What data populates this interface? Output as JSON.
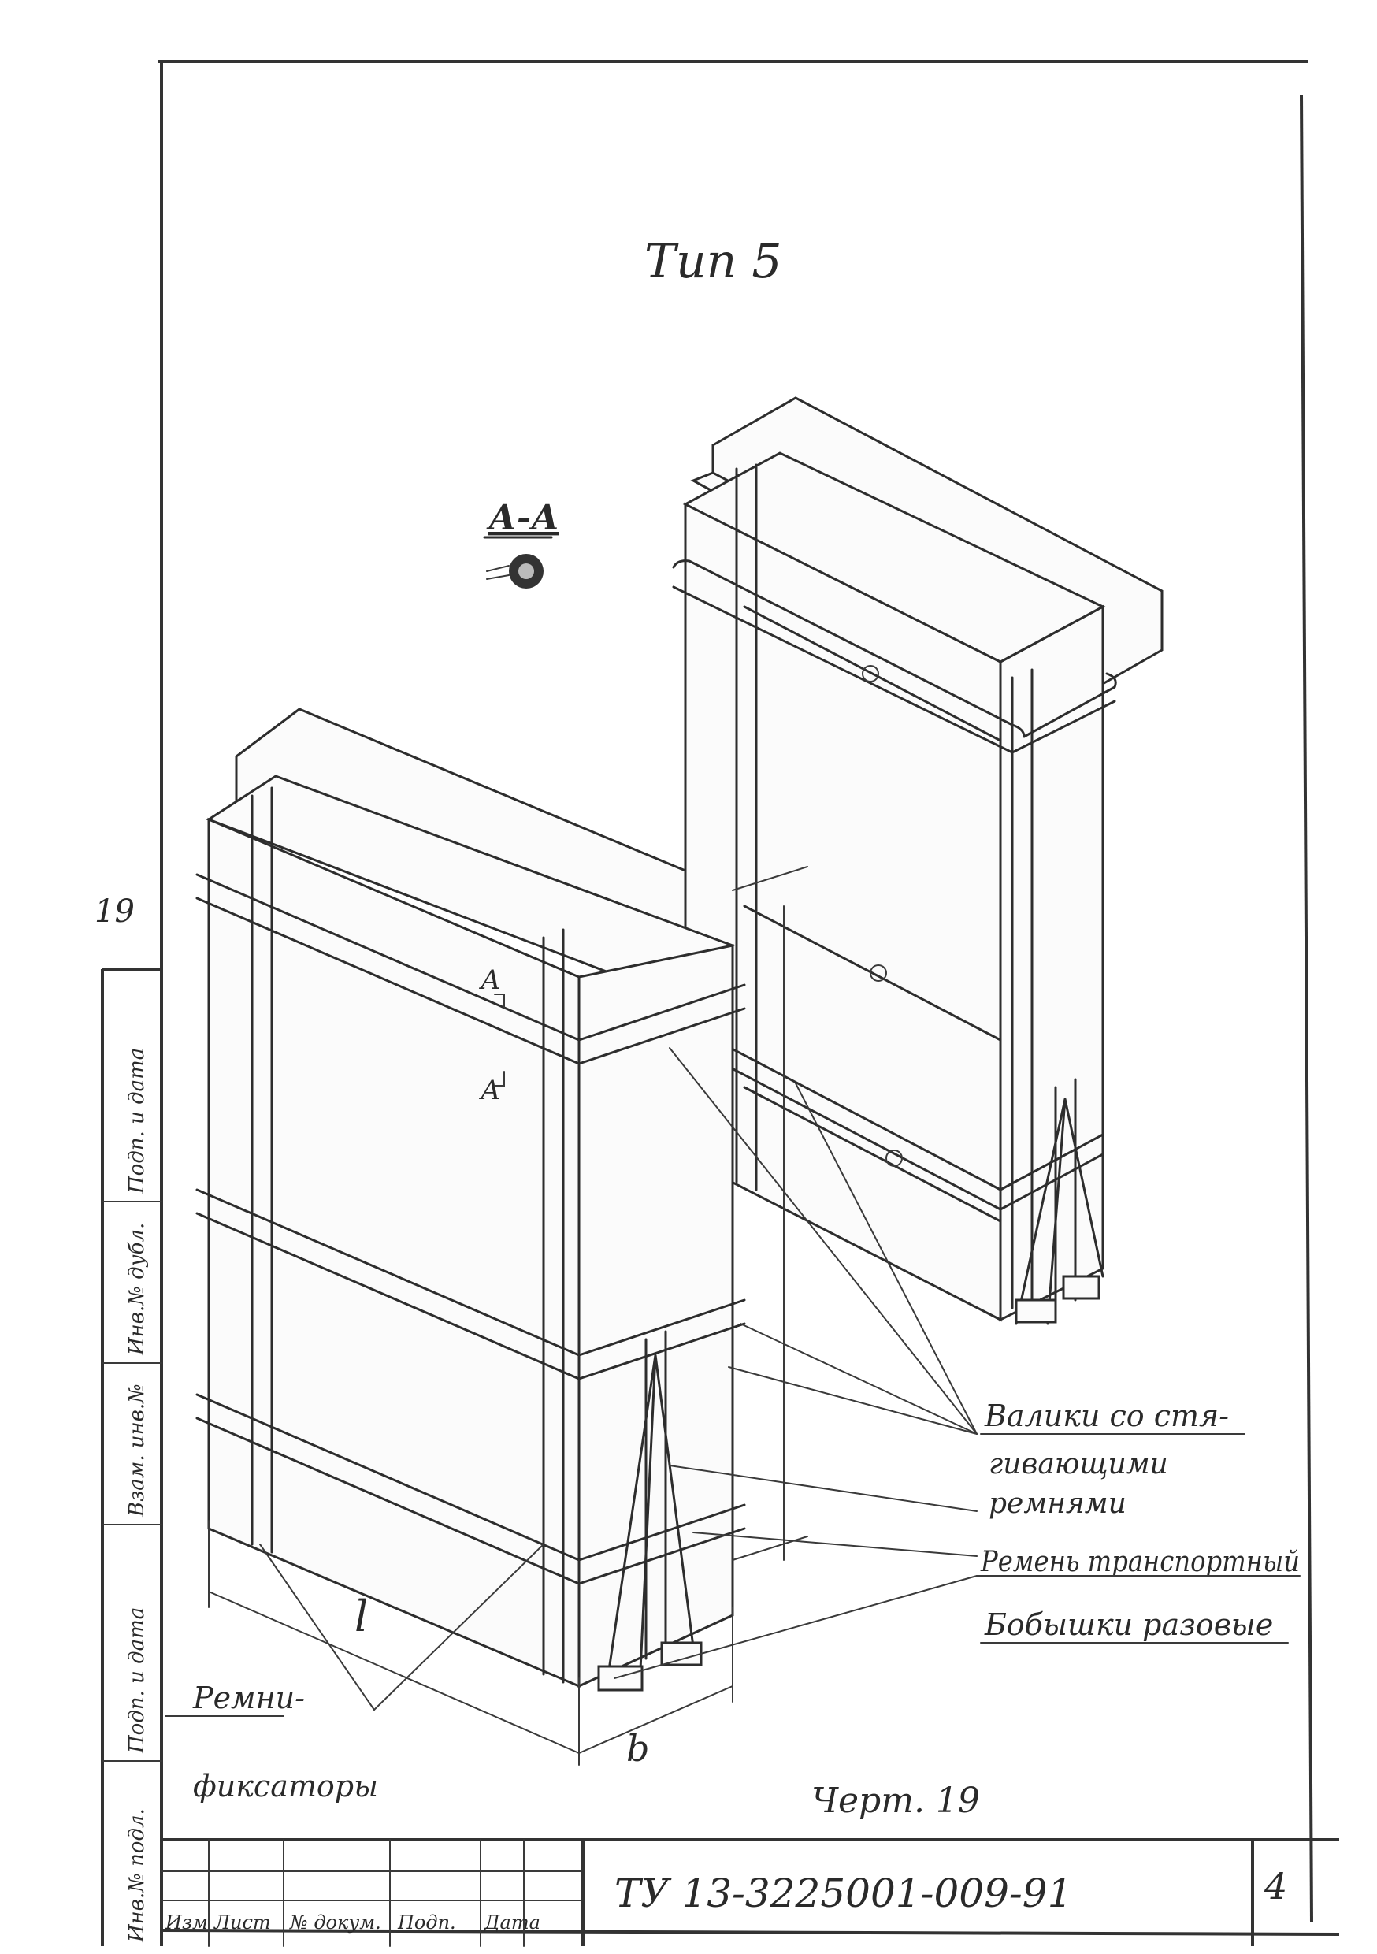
{
  "drawing": {
    "title": "Тип 5",
    "section_label": "А-А",
    "page_mark": "19",
    "figure_caption": "Черт. 19",
    "dimension_length": "l",
    "dimension_width": "b",
    "section_marks": [
      "А",
      "А"
    ]
  },
  "callouts": {
    "rollers_line1": "Валики со стя-",
    "rollers_line2": "гивающими",
    "rollers_line3": "ремнями",
    "transport_strap": "Ремень транспортный",
    "bosses": "Бобышки разовые",
    "fixing_straps_line1": "Ремни-",
    "fixing_straps_line2": "фиксаторы"
  },
  "side_stamp": {
    "cells": [
      "Инв.№ подл.",
      "Подп. и дата",
      "Взам. инв.№",
      "Инв.№ дубл.",
      "Подп. и дата"
    ]
  },
  "title_block": {
    "document_code": "ТУ 13-3225001-009-91",
    "sheet_number": "4",
    "columns": [
      "Изм",
      "Лист",
      "№ докум.",
      "Подп.",
      "Дата"
    ]
  }
}
